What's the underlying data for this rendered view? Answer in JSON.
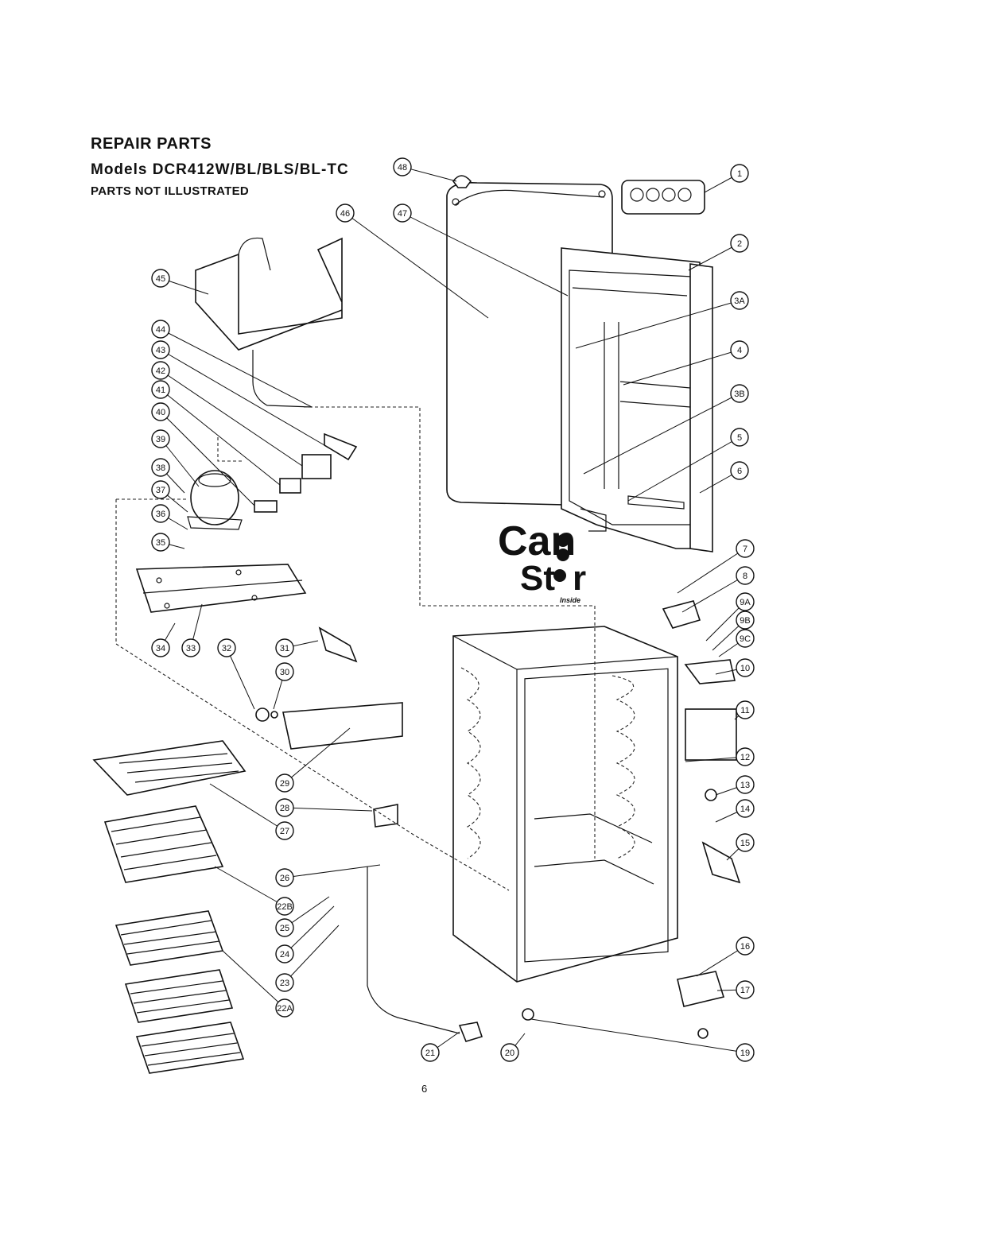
{
  "header": {
    "title": "REPAIR PARTS",
    "models": "Models DCR412W/BL/BLS/BL-TC",
    "note": "PARTS NOT ILLUSTRATED"
  },
  "logo": {
    "line1": "Can",
    "line2": "St",
    "line2b": "r",
    "tag": "Inside"
  },
  "page_number": "6",
  "callouts": [
    "1",
    "2",
    "3A",
    "3B",
    "4",
    "5",
    "6",
    "7",
    "8",
    "9A",
    "9B",
    "9C",
    "10",
    "11",
    "12",
    "13",
    "14",
    "15",
    "16",
    "17",
    "19",
    "20",
    "21",
    "22A",
    "22B",
    "23",
    "24",
    "25",
    "26",
    "27",
    "28",
    "29",
    "30",
    "31",
    "32",
    "33",
    "34",
    "35",
    "36",
    "37",
    "38",
    "39",
    "40",
    "41",
    "42",
    "43",
    "44",
    "45",
    "46",
    "47",
    "48"
  ]
}
